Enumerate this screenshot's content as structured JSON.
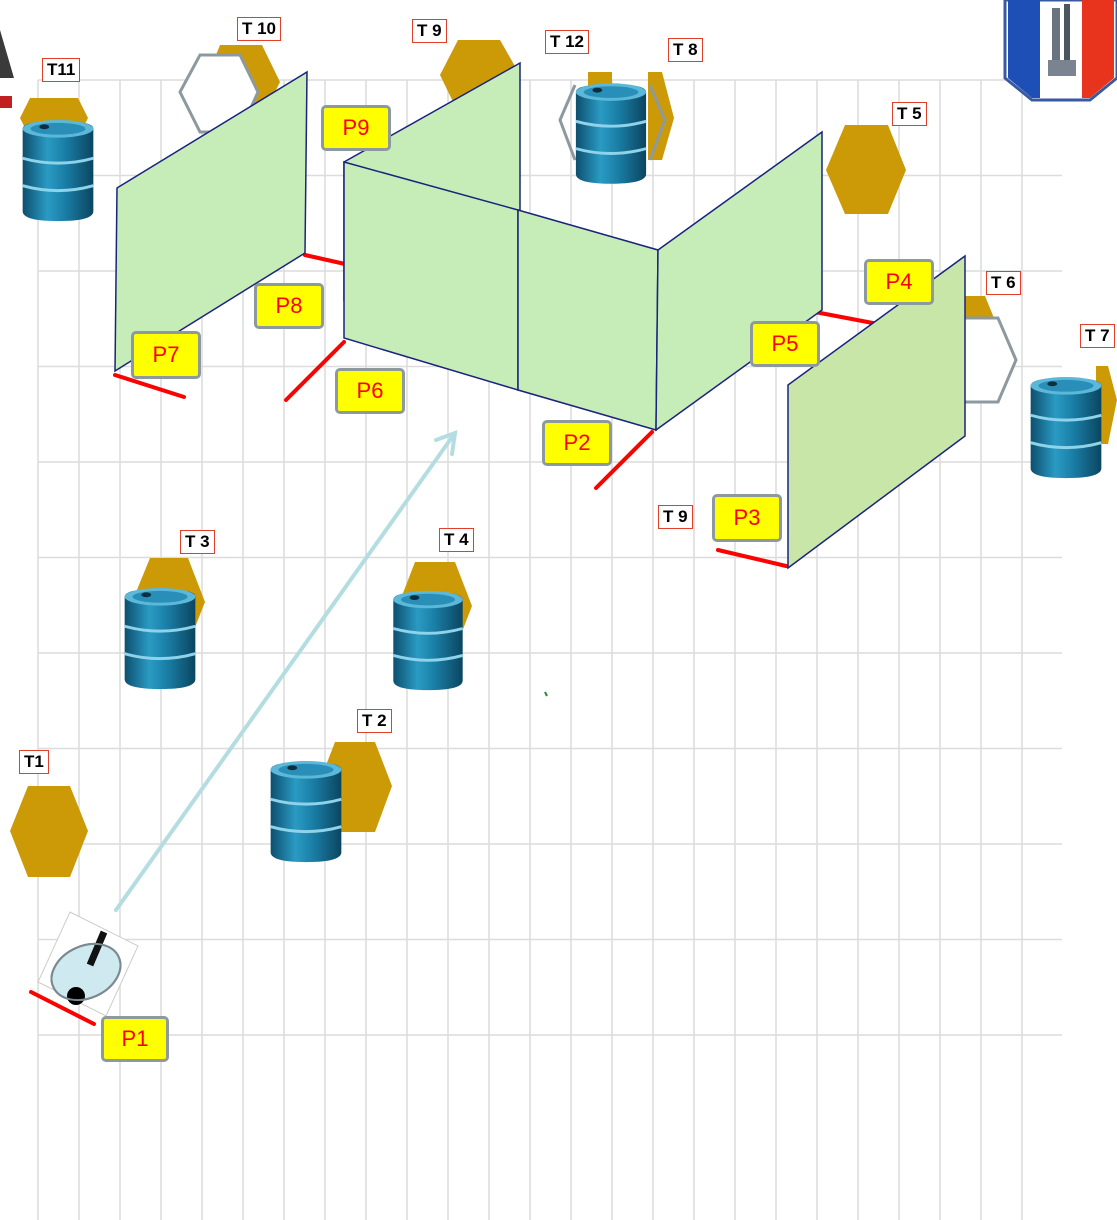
{
  "targets": [
    {
      "key": "T11",
      "label": "T11"
    },
    {
      "key": "T10",
      "label": "T 10"
    },
    {
      "key": "T9a",
      "label": "T 9"
    },
    {
      "key": "T12",
      "label": "T 12"
    },
    {
      "key": "T8",
      "label": "T 8"
    },
    {
      "key": "T5",
      "label": "T 5"
    },
    {
      "key": "T6",
      "label": "T 6"
    },
    {
      "key": "T7",
      "label": "T 7"
    },
    {
      "key": "T9b",
      "label": "T 9"
    },
    {
      "key": "T3",
      "label": "T 3"
    },
    {
      "key": "T4",
      "label": "T 4"
    },
    {
      "key": "T2",
      "label": "T 2"
    },
    {
      "key": "T1",
      "label": "T1"
    }
  ],
  "positions": [
    {
      "key": "P1",
      "label": "P1"
    },
    {
      "key": "P2",
      "label": "P2"
    },
    {
      "key": "P3",
      "label": "P3"
    },
    {
      "key": "P4",
      "label": "P4"
    },
    {
      "key": "P5",
      "label": "P5"
    },
    {
      "key": "P6",
      "label": "P6"
    },
    {
      "key": "P7",
      "label": "P7"
    },
    {
      "key": "P8",
      "label": "P8"
    },
    {
      "key": "P9",
      "label": "P9"
    }
  ],
  "colors": {
    "target_fill": "#cc9a06",
    "panel_fill": "#c6ecb8",
    "panel_stroke": "#1a237e",
    "position_line": "#ff0000",
    "path_arrow": "#b3dde0",
    "label_bg": "#ffff00",
    "label_text": "#ff0000",
    "label_border": "#e0402a",
    "barrel": "#1e7fa6",
    "grid": "#dcdcdc"
  },
  "icons": [
    "hexagon-target-icon",
    "barrel-icon",
    "robot-icon",
    "crest-logo-icon",
    "panel-wall-icon"
  ]
}
